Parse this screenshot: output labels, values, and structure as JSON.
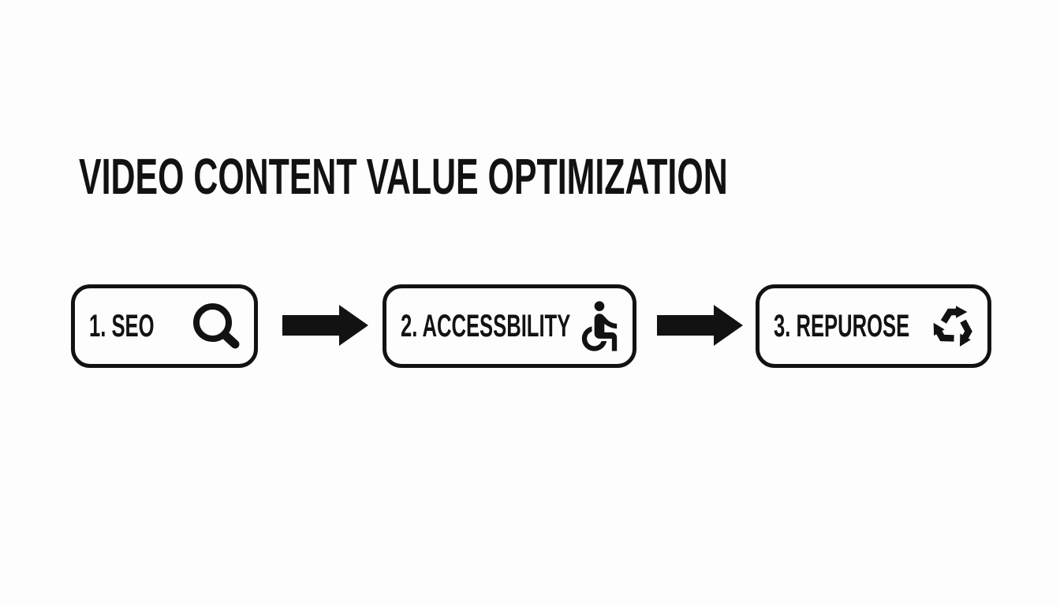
{
  "theme": {
    "bg": "#fdfdfd",
    "ink": "#121212"
  },
  "title": "VIDEO CONTENT VALUE OPTIMIZATION",
  "flow": {
    "steps": [
      {
        "label": "1. SEO",
        "icon": "search-icon"
      },
      {
        "label": "2. ACCESSBILITY",
        "icon": "wheelchair-icon"
      },
      {
        "label": "3. REPUROSE",
        "icon": "recycle-icon"
      }
    ],
    "connector_icon": "arrow-right-icon"
  }
}
